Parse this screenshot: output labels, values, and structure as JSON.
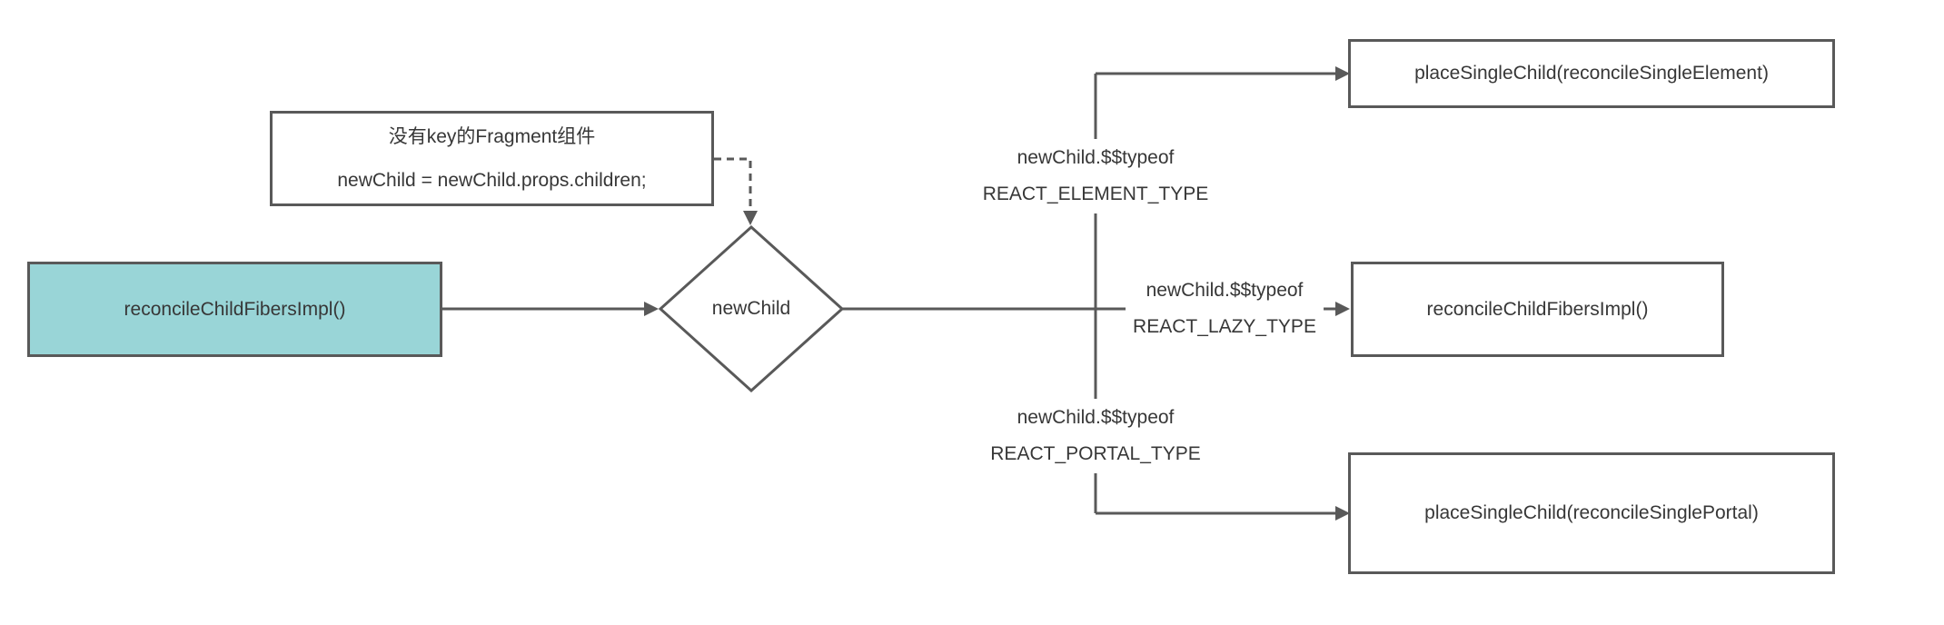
{
  "diagram": {
    "background": "#ffffff",
    "line_color": "#595959",
    "text_color": "#373737",
    "nodes": {
      "start": {
        "label": "reconcileChildFibersImpl()",
        "fill": "#99d5d7"
      },
      "note": {
        "line1": "没有key的Fragment组件",
        "line2": "newChild = newChild.props.children;"
      },
      "decision": {
        "label": "newChild"
      },
      "element_branch_target": {
        "label": "placeSingleChild(reconcileSingleElement)"
      },
      "lazy_branch_target": {
        "label": "reconcileChildFibersImpl()"
      },
      "portal_branch_target": {
        "label": "placeSingleChild(reconcileSinglePortal)"
      }
    },
    "edge_labels": {
      "element": {
        "line1": "newChild.$$typeof",
        "line2": "REACT_ELEMENT_TYPE"
      },
      "lazy": {
        "line1": "newChild.$$typeof",
        "line2": "REACT_LAZY_TYPE"
      },
      "portal": {
        "line1": "newChild.$$typeof",
        "line2": "REACT_PORTAL_TYPE"
      }
    }
  }
}
